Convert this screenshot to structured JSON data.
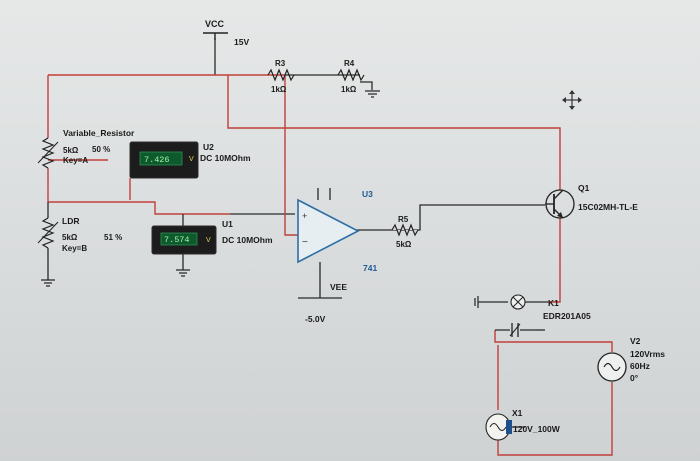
{
  "schematic": {
    "vcc": {
      "name": "VCC",
      "voltage": "15V"
    },
    "r3": {
      "name": "R3",
      "value": "1kΩ"
    },
    "r4": {
      "name": "R4",
      "value": "1kΩ"
    },
    "variable_resistor": {
      "name": "Variable_Resistor",
      "value": "5kΩ",
      "percent": "50 %",
      "key": "Key=A"
    },
    "u2": {
      "name": "U2",
      "spec": "DC  10MOhm",
      "reading": "7.426",
      "unit": "V"
    },
    "ldr": {
      "name": "LDR",
      "value": "5kΩ",
      "percent": "51 %",
      "key": "Key=B"
    },
    "u1": {
      "name": "U1",
      "spec": "DC  10MOhm",
      "reading": "7.574",
      "unit": "V"
    },
    "u3": {
      "name": "U3",
      "part": "741",
      "plus": "+",
      "minus": "−"
    },
    "vee": {
      "name": "VEE",
      "voltage": "-5.0V"
    },
    "r5": {
      "name": "R5",
      "value": "5kΩ"
    },
    "q1": {
      "name": "Q1",
      "part": "15C02MH-TL-E"
    },
    "k1": {
      "name": "K1",
      "part": "EDR201A05"
    },
    "v2": {
      "name": "V2",
      "voltage": "120Vrms",
      "freq": "60Hz",
      "phase": "0°"
    },
    "x1": {
      "name": "X1",
      "part": "120V_100W"
    }
  },
  "colors": {
    "wire_red": "#c0403a",
    "wire_black": "#2a2a2a",
    "meter_screen": "#0f5a2c"
  }
}
